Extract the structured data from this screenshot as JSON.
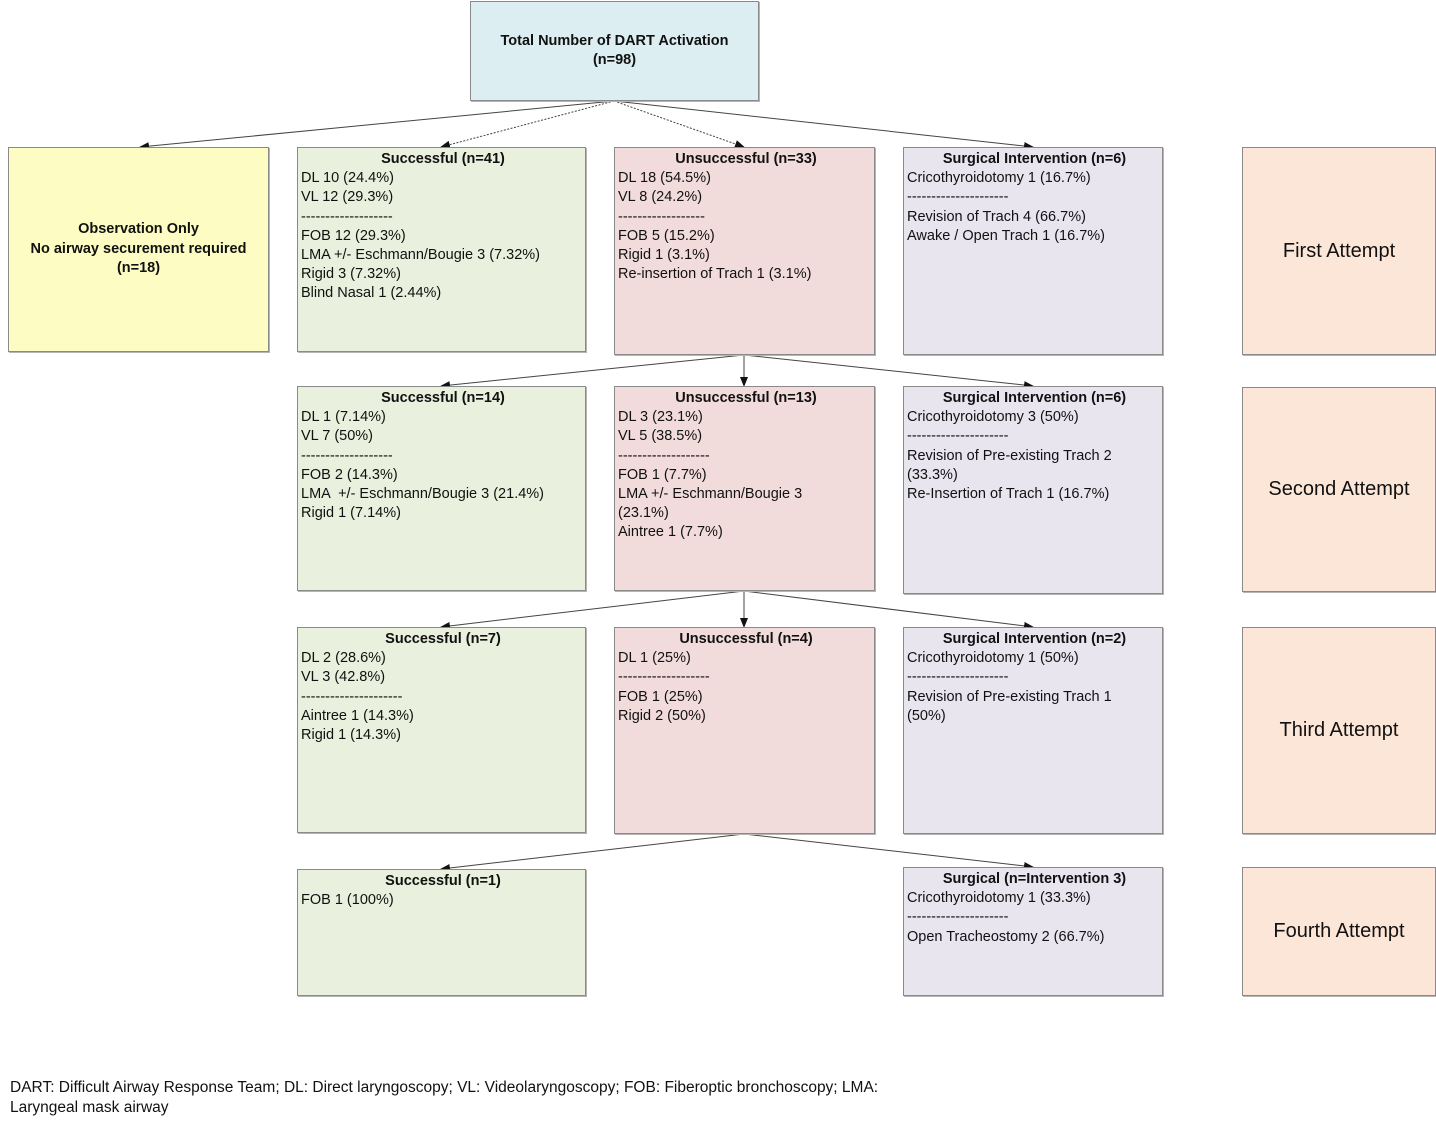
{
  "root": {
    "title": "Total Number of DART Activation",
    "count": "(n=98)"
  },
  "observation": {
    "line1": "Observation Only",
    "line2": "No airway securement required",
    "line3": "(n=18)"
  },
  "rows": [
    {
      "attempt_label": "First Attempt",
      "successful": {
        "title": "Successful (n=41)",
        "lines": [
          "DL 10 (24.4%)",
          "VL 12 (29.3%)",
          "-------------------",
          "FOB 12 (29.3%)",
          "LMA +/- Eschmann/Bougie 3 (7.32%)",
          "Rigid 3 (7.32%)",
          "Blind Nasal 1 (2.44%)"
        ]
      },
      "unsuccessful": {
        "title": "Unsuccessful (n=33)",
        "lines": [
          "DL 18 (54.5%)",
          "VL 8 (24.2%)",
          "------------------",
          "FOB 5 (15.2%)",
          "Rigid 1 (3.1%)",
          "Re-insertion of Trach 1 (3.1%)"
        ]
      },
      "surgical": {
        "title": "Surgical Intervention (n=6)",
        "lines": [
          "Cricothyroidotomy 1 (16.7%)",
          "---------------------",
          "Revision of Trach 4 (66.7%)",
          "Awake / Open Trach 1 (16.7%)"
        ]
      }
    },
    {
      "attempt_label": "Second Attempt",
      "successful": {
        "title": "Successful (n=14)",
        "lines": [
          "DL 1 (7.14%)",
          "VL 7 (50%)",
          "-------------------",
          "FOB 2 (14.3%)",
          "LMA  +/- Eschmann/Bougie 3 (21.4%)",
          "Rigid 1 (7.14%)"
        ]
      },
      "unsuccessful": {
        "title": "Unsuccessful (n=13)",
        "lines": [
          "DL 3 (23.1%)",
          "VL 5 (38.5%)",
          "-------------------",
          "FOB 1 (7.7%)",
          "LMA +/- Eschmann/Bougie 3",
          "(23.1%)",
          "Aintree 1 (7.7%)"
        ]
      },
      "surgical": {
        "title": "Surgical Intervention (n=6)",
        "lines": [
          "Cricothyroidotomy 3 (50%)",
          "---------------------",
          "Revision of Pre-existing Trach 2",
          "(33.3%)",
          "Re-Insertion of Trach 1 (16.7%)"
        ]
      }
    },
    {
      "attempt_label": "Third Attempt",
      "successful": {
        "title": "Successful (n=7)",
        "lines": [
          "DL 2 (28.6%)",
          "VL 3 (42.8%)",
          "---------------------",
          "Aintree 1 (14.3%)",
          "Rigid 1 (14.3%)"
        ]
      },
      "unsuccessful": {
        "title": "Unsuccessful (n=4)",
        "lines": [
          "DL 1 (25%)",
          "-------------------",
          "FOB 1 (25%)",
          "Rigid 2 (50%)"
        ]
      },
      "surgical": {
        "title": "Surgical Intervention (n=2)",
        "lines": [
          "Cricothyroidotomy 1 (50%)",
          "---------------------",
          "Revision of Pre-existing Trach 1",
          "(50%)"
        ]
      }
    },
    {
      "attempt_label": "Fourth Attempt",
      "successful": {
        "title": "Successful (n=1)",
        "lines": [
          "FOB 1 (100%)"
        ]
      },
      "surgical": {
        "title": "Surgical (n=Intervention 3)",
        "lines": [
          "Cricothyroidotomy 1 (33.3%)",
          "---------------------",
          "Open Tracheostomy 2 (66.7%)"
        ]
      }
    }
  ],
  "footnote": {
    "line1": "DART: Difficult Airway Response Team; DL: Direct laryngoscopy; VL: Videolaryngoscopy; FOB: Fiberoptic bronchoscopy; LMA:",
    "line2": "Laryngeal mask airway"
  },
  "colors": {
    "successful": "#e9f0dd",
    "unsuccessful": "#f2dcdb",
    "surgical": "#e8e5ee",
    "observation": "#fdfdc3",
    "root": "#ddeef3",
    "attempt": "#fce6d7"
  }
}
